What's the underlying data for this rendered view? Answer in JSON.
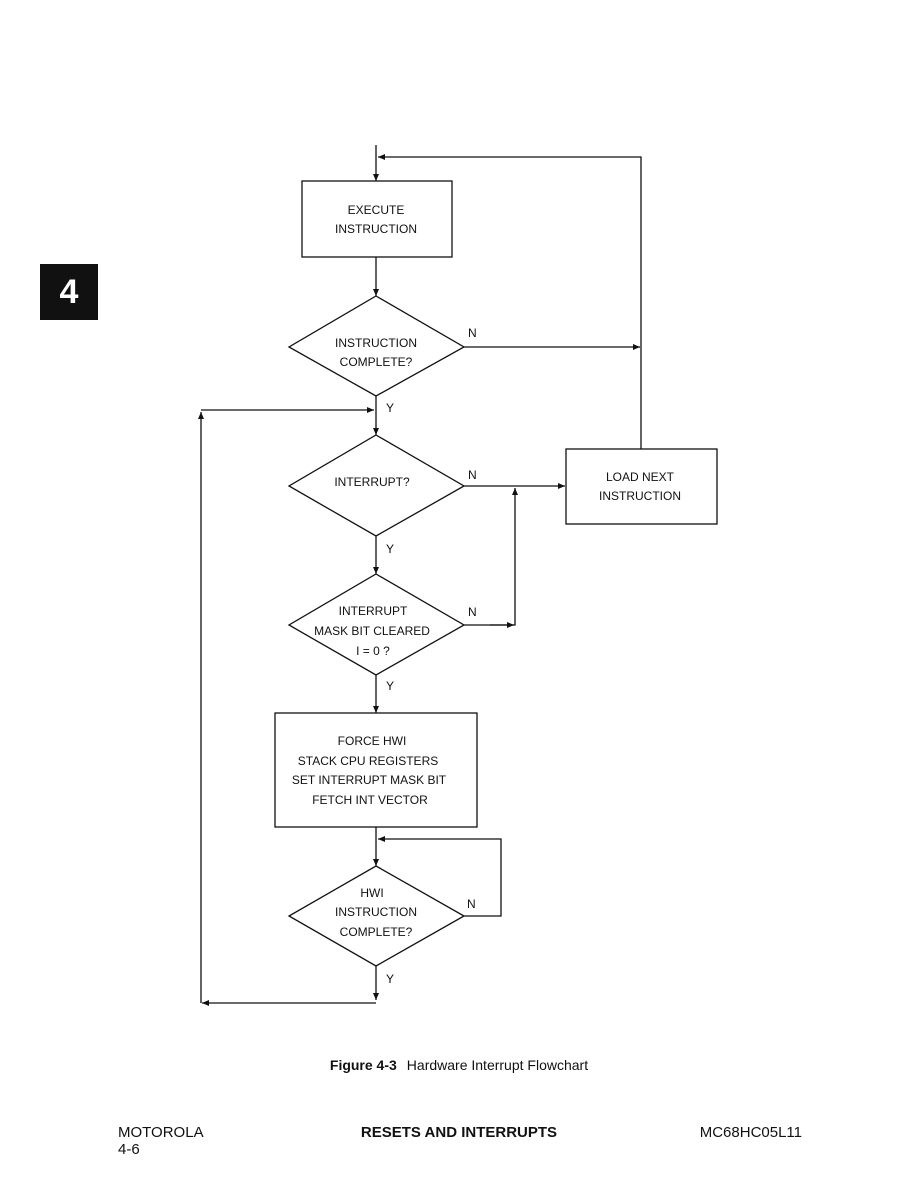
{
  "chapter_tab": "4",
  "flowchart": {
    "execute_box": {
      "line1": "EXECUTE",
      "line2": "INSTRUCTION"
    },
    "instruction_complete": {
      "line1": "INSTRUCTION",
      "line2": "COMPLETE?"
    },
    "interrupt": {
      "line1": "INTERRUPT?"
    },
    "load_next_box": {
      "line1": "LOAD NEXT",
      "line2": "INSTRUCTION"
    },
    "mask_cleared": {
      "line1": "INTERRUPT",
      "line2": "MASK BIT CLEARED",
      "line3": "I = 0 ?"
    },
    "force_hwi_box": {
      "line1": "FORCE HWI",
      "line2": "STACK CPU REGISTERS",
      "line3": "SET INTERRUPT MASK BIT",
      "line4": "FETCH INT VECTOR"
    },
    "hwi_complete": {
      "line1": "HWI",
      "line2": "INSTRUCTION",
      "line3": "COMPLETE?"
    },
    "branch_labels": {
      "yes": "Y",
      "no": "N"
    }
  },
  "caption": {
    "label": "Figure 4-3",
    "title": "Hardware Interrupt Flowchart"
  },
  "footer": {
    "left_line1": "MOTOROLA",
    "left_line2": "4-6",
    "center": "RESETS AND INTERRUPTS",
    "right": "MC68HC05L11"
  }
}
